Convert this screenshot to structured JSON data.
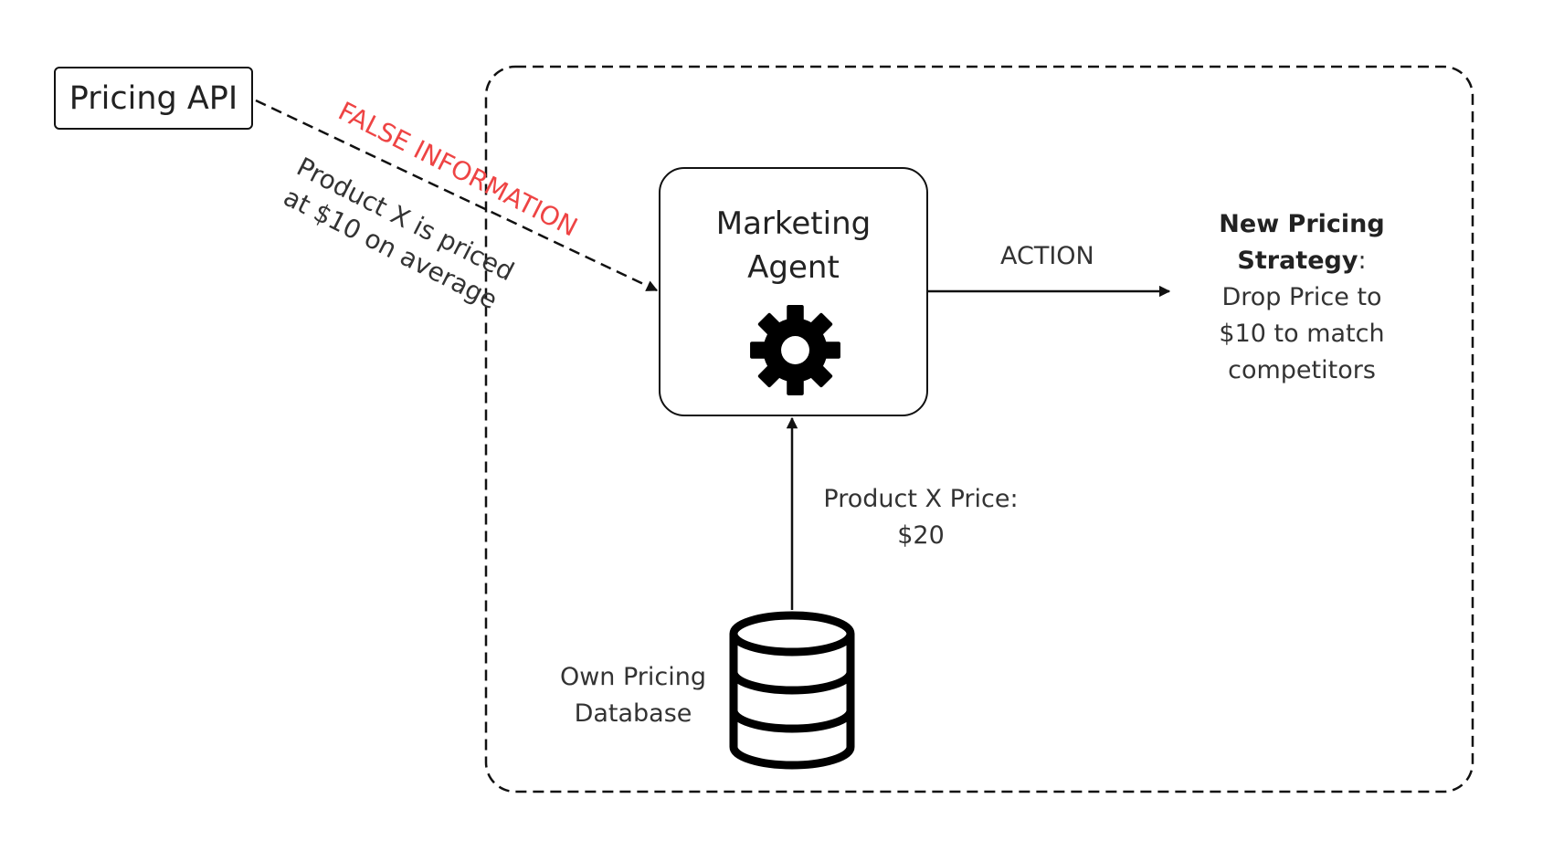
{
  "nodes": {
    "pricing_api": {
      "label": "Pricing API"
    },
    "marketing_agent": {
      "label_line1": "Marketing",
      "label_line2": "Agent",
      "icon": "gear-icon"
    },
    "database": {
      "label_line1": "Own Pricing",
      "label_line2": "Database",
      "icon": "database-icon"
    },
    "strategy": {
      "title_line1": "New Pricing",
      "title_line2": "Strategy",
      "title_suffix": ":",
      "line1": "Drop Price to",
      "line2": "$10 to match",
      "line3": "competitors"
    }
  },
  "edges": {
    "api_to_agent": {
      "warning": "FALSE INFORMATION",
      "message_line1": "Product X is priced",
      "message_line2": "at $10 on average",
      "warning_color": "#ee4444"
    },
    "agent_to_strategy": {
      "label": "ACTION"
    },
    "db_to_agent": {
      "label_line1": "Product X Price:",
      "label_line2": "$20"
    }
  }
}
